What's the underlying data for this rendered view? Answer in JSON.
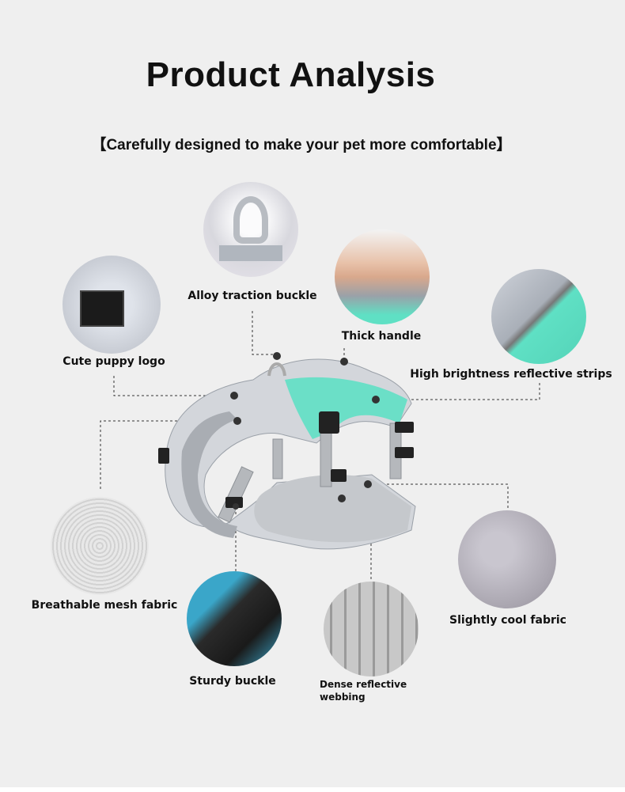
{
  "title": "Product Analysis",
  "subtitle": "【Carefully designed to make your pet more comfortable】",
  "features": {
    "alloy_buckle": "Alloy traction buckle",
    "puppy_logo": "Cute puppy logo",
    "thick_handle": "Thick handle",
    "reflective_strips": "High brightness reflective strips",
    "mesh_fabric": "Breathable mesh fabric",
    "cool_fabric": "Slightly cool fabric",
    "sturdy_buckle": "Sturdy buckle",
    "webbing": "Dense reflective webbing"
  },
  "colors": {
    "accent": "#5fe0c4",
    "background": "#efefef"
  }
}
